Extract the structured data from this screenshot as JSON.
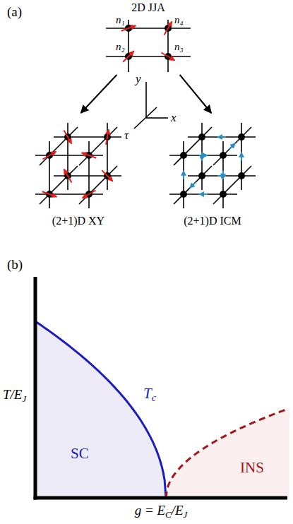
{
  "diagram": {
    "nodes": [
      {
        "text": [
          "2D JJA",
          "n₁",
          "n₄",
          "n₂",
          "n₃"
        ]
      },
      {
        "text": [
          "(2+1)D XY"
        ]
      },
      {
        "text": [
          "(2+1)D ICM"
        ]
      }
    ],
    "edges": [
      {
        "from": 0,
        "to": 1,
        "arrow": "to"
      },
      {
        "from": 0,
        "to": 2,
        "arrow": "to"
      }
    ],
    "labels": [
      "(a)",
      "y",
      "x",
      "τ",
      "(b)",
      "T/E",
      "J",
      "T",
      "c",
      "SC",
      "INS",
      "g = E",
      "C",
      "/E",
      "J"
    ]
  }
}
